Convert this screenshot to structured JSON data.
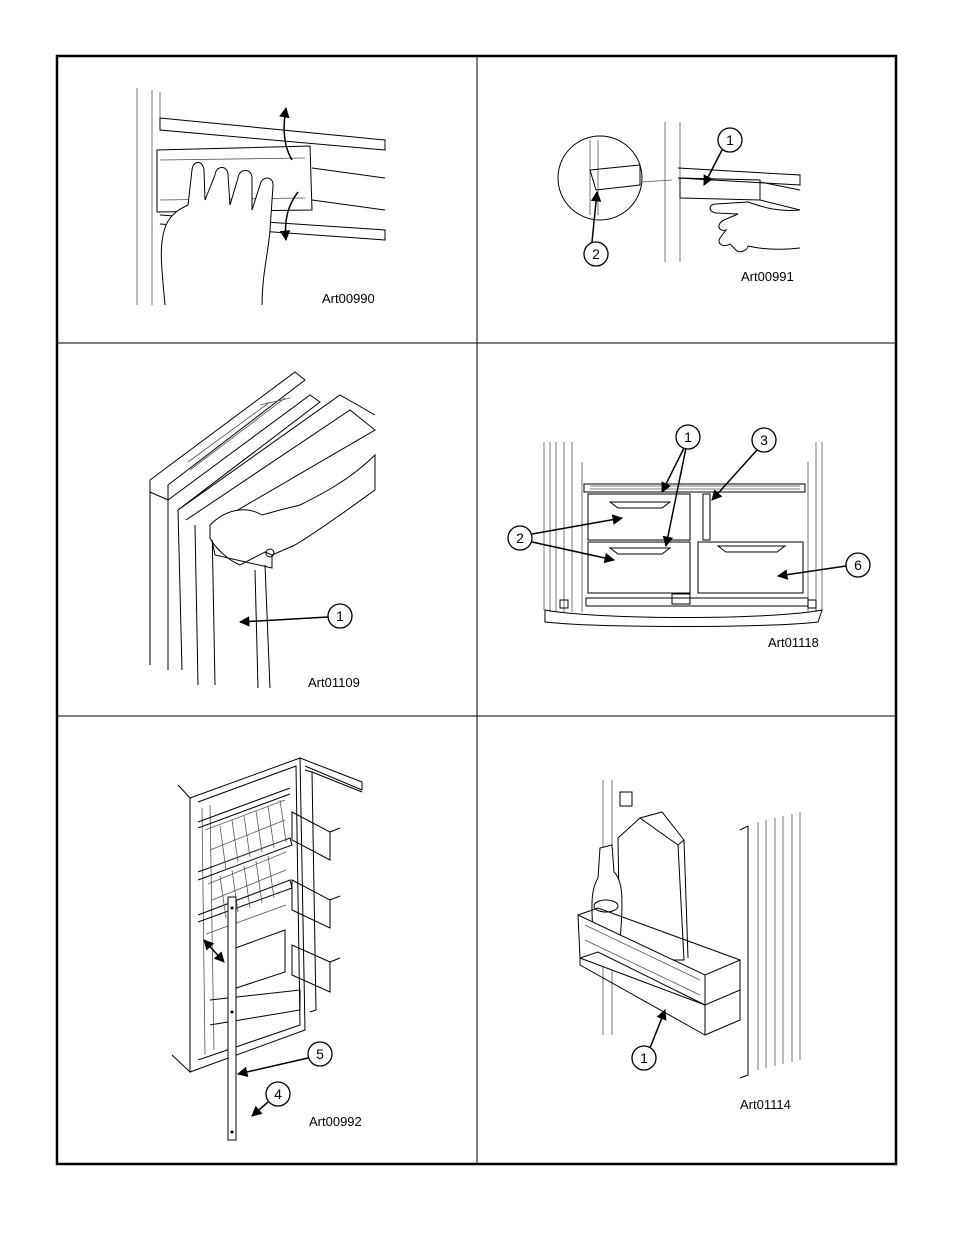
{
  "panels": [
    {
      "art_id": "Art00990",
      "callouts": []
    },
    {
      "art_id": "Art00991",
      "callouts": [
        "1",
        "2"
      ]
    },
    {
      "art_id": "Art01109",
      "callouts": [
        "1"
      ]
    },
    {
      "art_id": "Art01118",
      "callouts": [
        "1",
        "3",
        "2",
        "6"
      ]
    },
    {
      "art_id": "Art00992",
      "callouts": [
        "5",
        "4"
      ]
    },
    {
      "art_id": "Art01114",
      "callouts": [
        "1"
      ]
    }
  ]
}
